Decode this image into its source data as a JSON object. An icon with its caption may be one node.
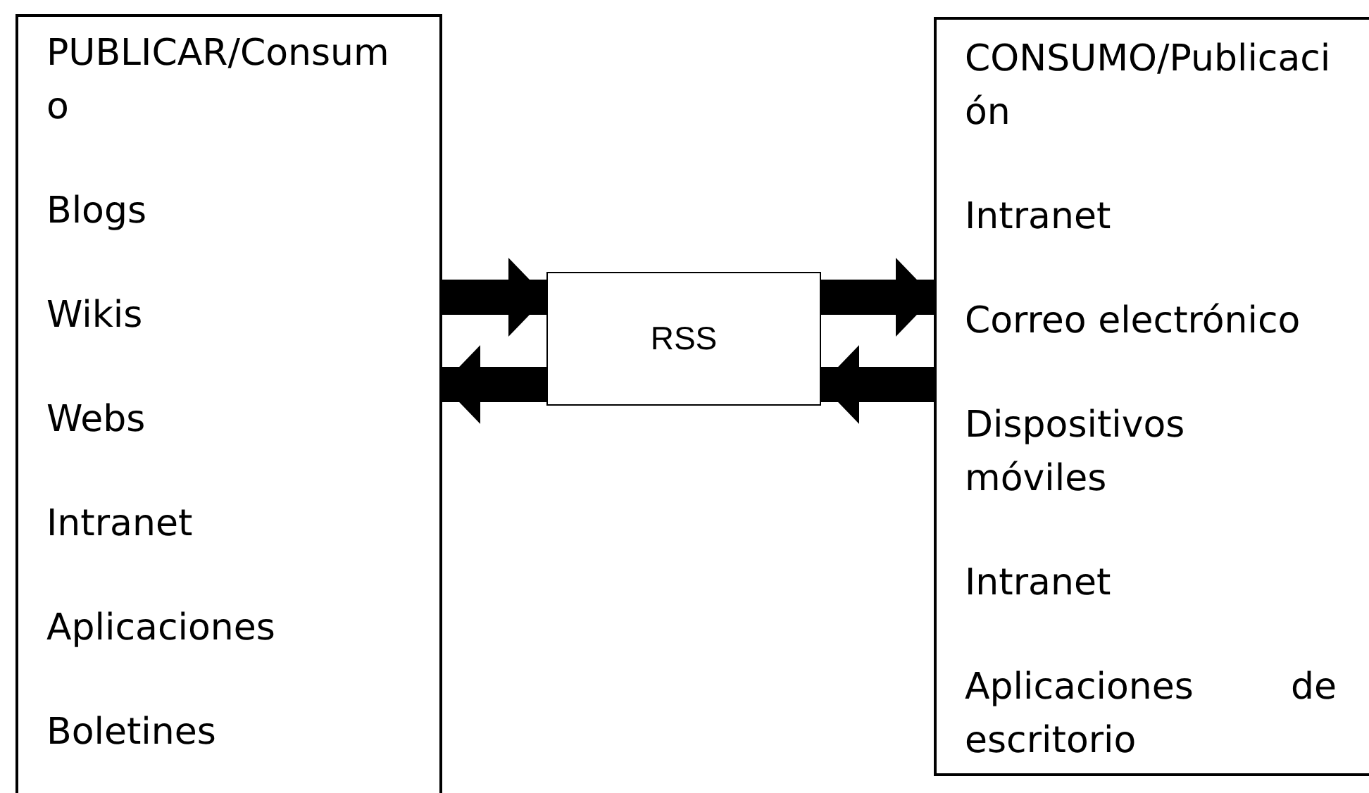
{
  "diagram": {
    "nodes": [
      {
        "text": [
          "PUBLICAR/Consumo",
          "Blogs",
          "Wikis",
          "Webs",
          "Intranet",
          "Aplicaciones",
          "Boletines"
        ]
      },
      {
        "text": [
          "RSS"
        ]
      },
      {
        "text": [
          "CONSUMO/Publicación",
          "Intranet",
          "Correo electrónico",
          "Dispositivos móviles",
          "Intranet",
          "Aplicaciones de escritorio"
        ]
      }
    ],
    "edges": [
      {
        "from": 0,
        "to": 1,
        "arrow": "to"
      },
      {
        "from": 1,
        "to": 0,
        "arrow": "to"
      },
      {
        "from": 1,
        "to": 2,
        "arrow": "to"
      },
      {
        "from": 2,
        "to": 1,
        "arrow": "to"
      }
    ]
  }
}
